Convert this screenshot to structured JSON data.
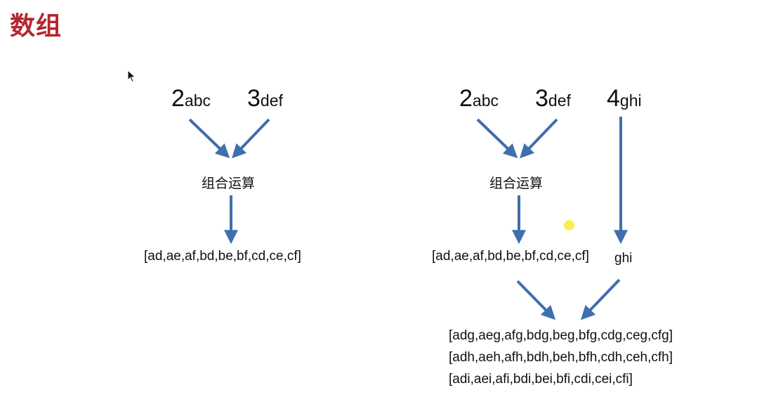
{
  "title": "数组",
  "left_diagram": {
    "keys": [
      {
        "digit": "2",
        "letters": "abc"
      },
      {
        "digit": "3",
        "letters": "def"
      }
    ],
    "operation": "组合运算",
    "result": "[ad,ae,af,bd,be,bf,cd,ce,cf]"
  },
  "right_diagram": {
    "keys": [
      {
        "digit": "2",
        "letters": "abc"
      },
      {
        "digit": "3",
        "letters": "def"
      },
      {
        "digit": "4",
        "letters": "ghi"
      }
    ],
    "operation": "组合运算",
    "intermediate_result": "[ad,ae,af,bd,be,bf,cd,ce,cf]",
    "passthrough": "ghi",
    "final_results": [
      "[adg,aeg,afg,bdg,beg,bfg,cdg,ceg,cfg]",
      "[adh,aeh,afh,bdh,beh,bfh,cdh,ceh,cfh]",
      "[adi,aei,afi,bdi,bei,bfi,cdi,cei,cfi]"
    ]
  },
  "colors": {
    "title": "#b5252f",
    "arrow": "#3f6fae",
    "highlight_dot": "#f6ee57"
  }
}
